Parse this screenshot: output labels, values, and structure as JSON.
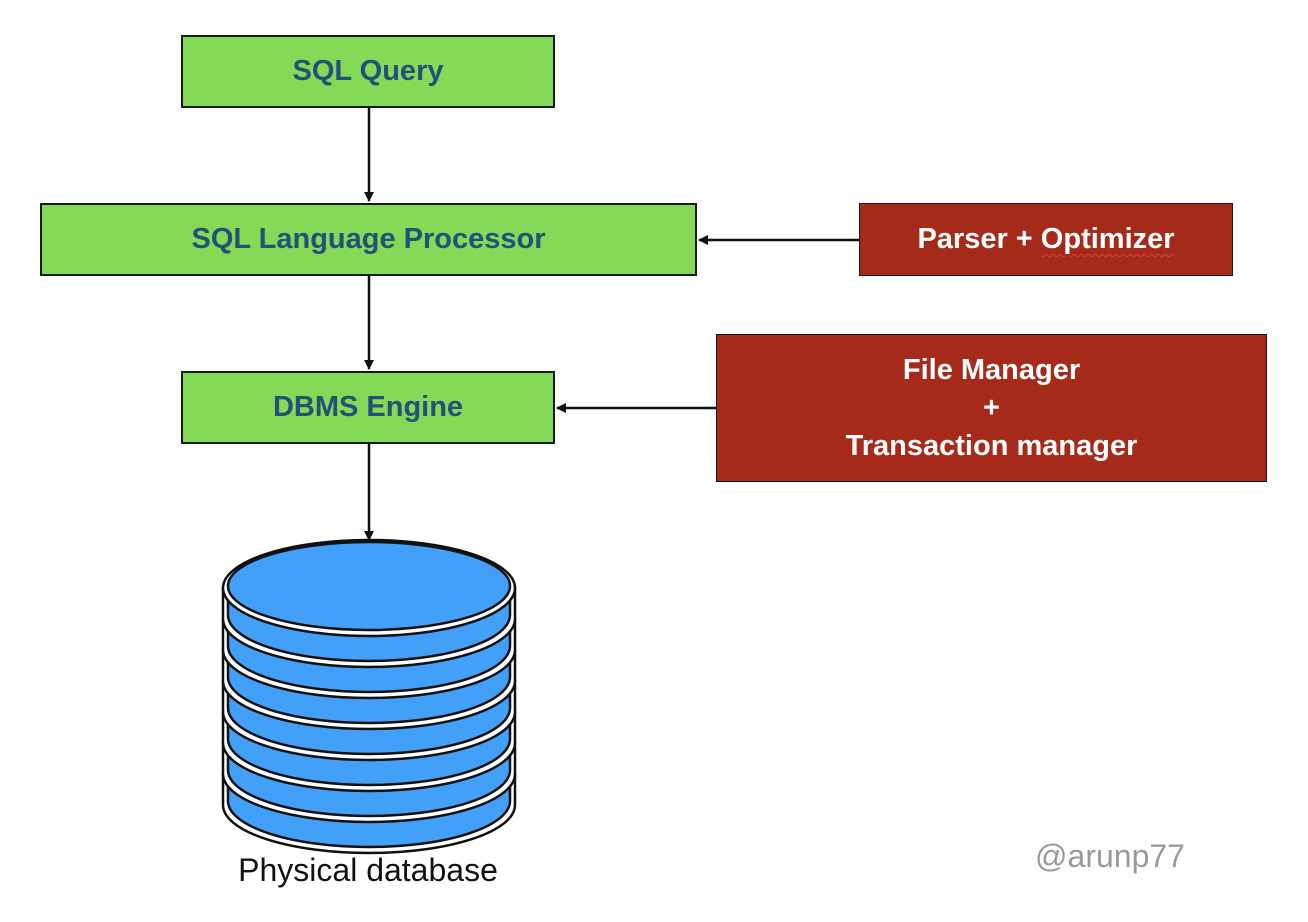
{
  "boxes": {
    "sql_query": "SQL Query",
    "language_processor": "SQL Language Processor",
    "dbms_engine": "DBMS Engine",
    "parser_optimizer": {
      "prefix": "Parser + ",
      "underlined": "Optimizer"
    },
    "file_transaction": {
      "line1": "File Manager",
      "line2": "+",
      "line3": "Transaction manager"
    }
  },
  "database": {
    "label": "Physical database"
  },
  "watermark": "@arunp77",
  "colors": {
    "process_box": "#84d957",
    "process_text": "#22527a",
    "component_box": "#a52a1a",
    "component_text": "#ffffff",
    "database_fill": "#42a0f8"
  }
}
